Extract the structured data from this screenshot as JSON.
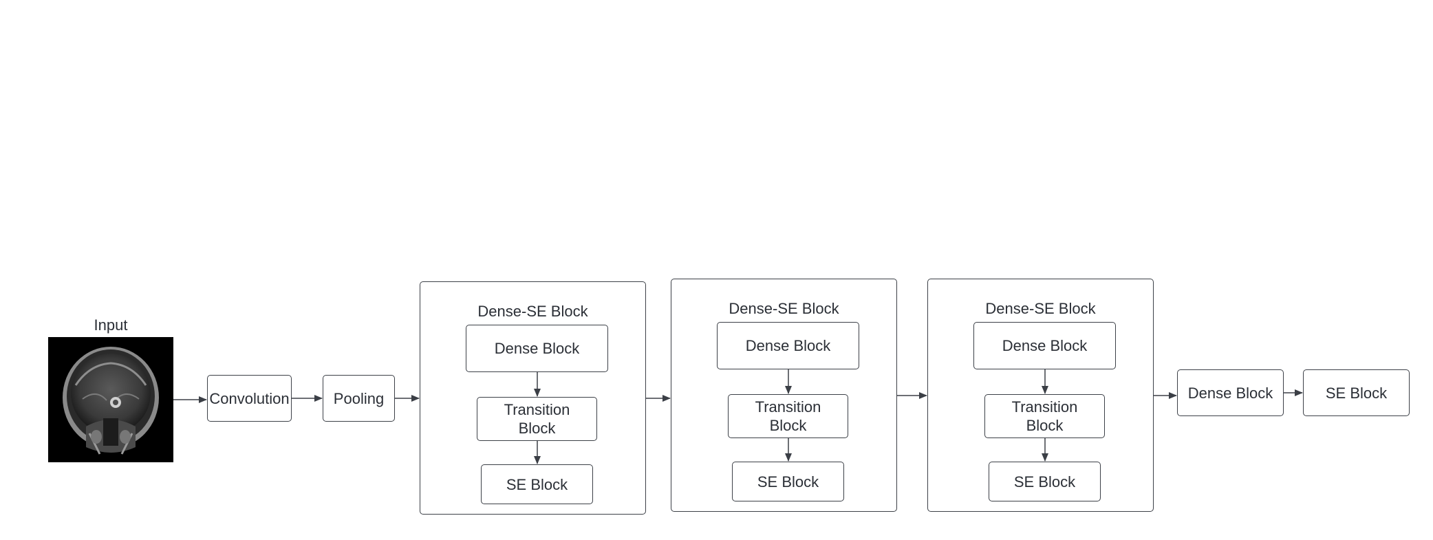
{
  "input": {
    "label": "Input"
  },
  "stem": {
    "convolution": "Convolution",
    "pooling": "Pooling"
  },
  "dense_se_blocks": [
    {
      "title": "Dense-SE Block",
      "dense": "Dense Block",
      "transition": "Transition Block",
      "se": "SE Block"
    },
    {
      "title": "Dense-SE Block",
      "dense": "Dense Block",
      "transition": "Transition Block",
      "se": "SE Block"
    },
    {
      "title": "Dense-SE Block",
      "dense": "Dense Block",
      "transition": "Transition Block",
      "se": "SE Block"
    }
  ],
  "tail": {
    "dense": "Dense Block",
    "se": "SE Block"
  },
  "colors": {
    "stroke": "#3b3f46",
    "text": "#2b2f36",
    "background": "#ffffff"
  }
}
